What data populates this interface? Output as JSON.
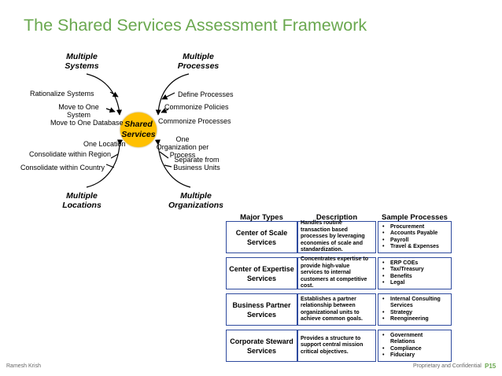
{
  "title": "The Shared Services Assessment Framework",
  "hub": "Shared Services",
  "corners": {
    "top_left": "Multiple Systems",
    "top_right": "Multiple Processes",
    "bottom_left": "Multiple Locations",
    "bottom_right": "Multiple Organizations"
  },
  "left_top_labels": [
    "Rationalize Systems",
    "Move to One System",
    "Move to One Database"
  ],
  "right_top_labels": [
    "Define Processes",
    "Commonize Policies",
    "Commonize Processes"
  ],
  "left_bottom_labels": [
    "One Location",
    "Consolidate within Region",
    "Consolidate within Country"
  ],
  "right_bottom_labels": [
    "One Organization per Process",
    "Separate from Business Units"
  ],
  "table": {
    "headers": [
      "Major Types",
      "Description",
      "Sample Processes"
    ],
    "rows": [
      {
        "type": "Center of Scale Services",
        "description": "Handles routine transaction based processes by leveraging economies of scale and standardization.",
        "samples": [
          "Procurement",
          "Accounts Payable",
          "Payroll",
          "Travel & Expenses"
        ]
      },
      {
        "type": "Center of Expertise Services",
        "description": "Concentrates expertise to provide high-value services to internal customers at competitive cost.",
        "samples": [
          "ERP COEs",
          "Tax/Treasury",
          "Benefits",
          "Legal"
        ]
      },
      {
        "type": "Business Partner Services",
        "description": "Establishes a partner relationship between organizational units to achieve common goals.",
        "samples": [
          "Internal Consulting Services",
          "Strategy",
          "Reengineering"
        ]
      },
      {
        "type": "Corporate Steward Services",
        "description": "Provides a structure to support central mission critical objectives.",
        "samples": [
          "Government Relations",
          "Compliance",
          "Fiduciary"
        ]
      }
    ]
  },
  "footer": {
    "author": "Ramesh Krish",
    "confidential": "Proprietary and Confidential",
    "page": "P15"
  },
  "colors": {
    "title": "#6aa84f",
    "hub": "#ffc000",
    "box_border": "#2e4a9e"
  }
}
